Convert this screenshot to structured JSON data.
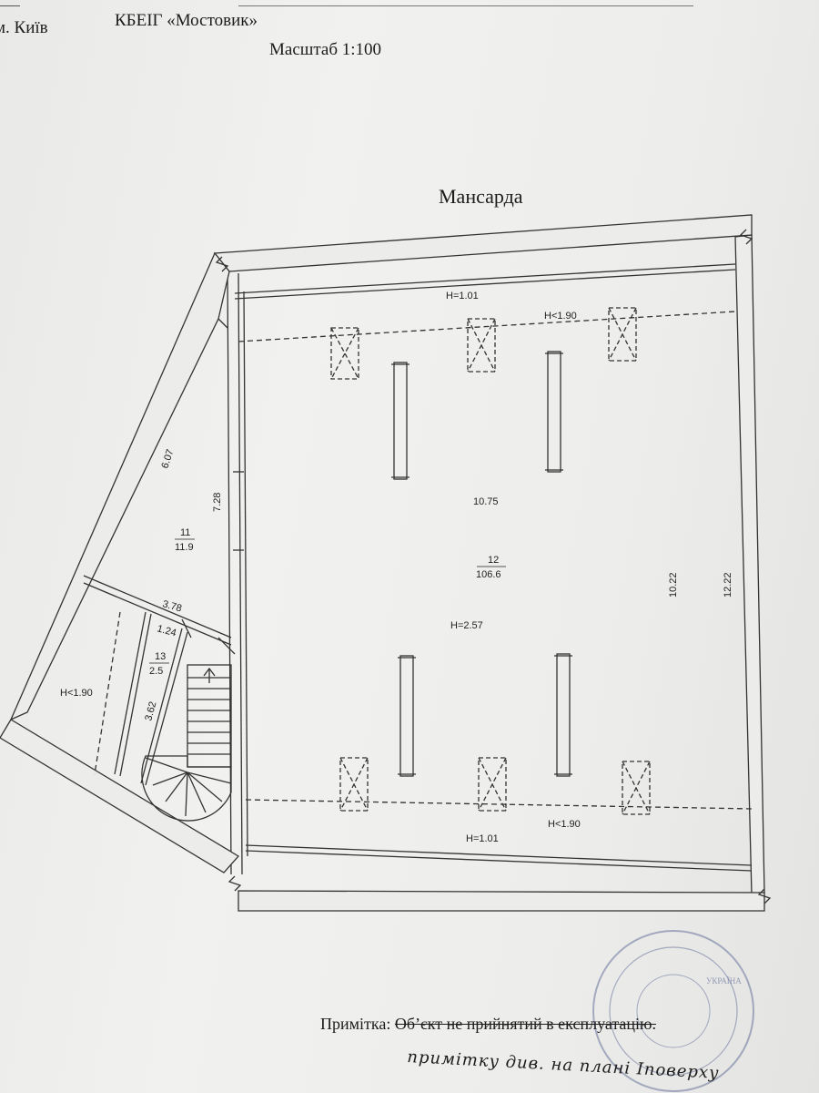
{
  "header": {
    "city": "м. Київ",
    "organization": "КБЕІГ «Мостовик»",
    "scale": "Масштаб 1:100"
  },
  "plan": {
    "title": "Мансарда",
    "heights": {
      "top_wall": "H=1.01",
      "bottom_wall": "H=1.01",
      "top_low": "H<1.90",
      "bottom_low": "H<1.90",
      "left_low": "H<1.90",
      "main": "H=2.57"
    },
    "dimensions": {
      "diag_wall": "6.07",
      "inner_left": "7.28",
      "room_width": "10.75",
      "inner_right": "10.22",
      "outer_right": "12.22",
      "d_378": "3.78",
      "d_124": "1.24",
      "d_362": "3.62"
    },
    "rooms": [
      {
        "number": "11",
        "area": "11.9"
      },
      {
        "number": "12",
        "area": "106.6"
      },
      {
        "number": "13",
        "area": "2.5"
      }
    ]
  },
  "note": {
    "label": "Примітка:",
    "struck_text": "Об’єкт не прийнятий в експлуатацію.",
    "handwritten": "примітку див. на плані Іповерху"
  },
  "stamp": {
    "text": "УКРАЇНА"
  }
}
